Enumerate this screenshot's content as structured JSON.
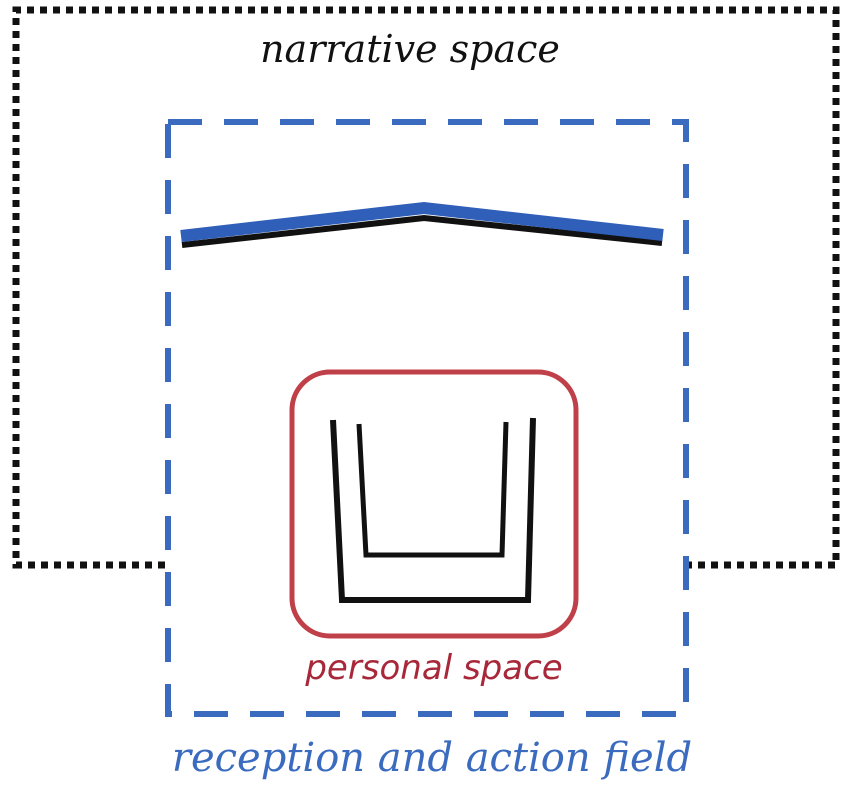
{
  "labels": {
    "narrative_space": "narrative space",
    "reception_action_field": "reception and action field",
    "personal_space": "personal space"
  },
  "colors": {
    "narrative_border": "#111111",
    "reception_border": "#3a6bbf",
    "personal_border": "#c0404a",
    "personal_text": "#a8283a",
    "reception_text": "#3a6bbf",
    "narrative_text": "#111111",
    "screen_blue": "#2f5fb8",
    "chair": "#111111"
  }
}
